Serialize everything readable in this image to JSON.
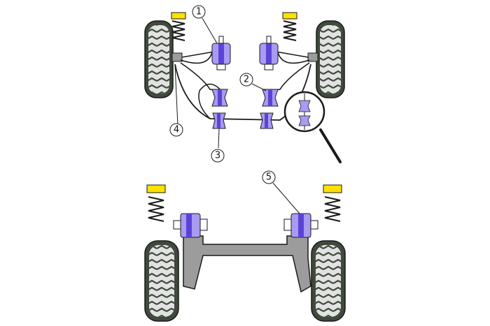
{
  "colors": {
    "bush": "#a99af2",
    "bushDark": "#5c43d6",
    "spring": "#ffe000",
    "tyre": "#3f4a3c",
    "tyreTread": "#d8d8d8",
    "frame": "#9c9c9c",
    "outline": "#1a1a1a"
  },
  "callouts": [
    {
      "label": "1"
    },
    {
      "label": "2"
    },
    {
      "label": "3"
    },
    {
      "label": "4"
    },
    {
      "label": "5"
    }
  ]
}
